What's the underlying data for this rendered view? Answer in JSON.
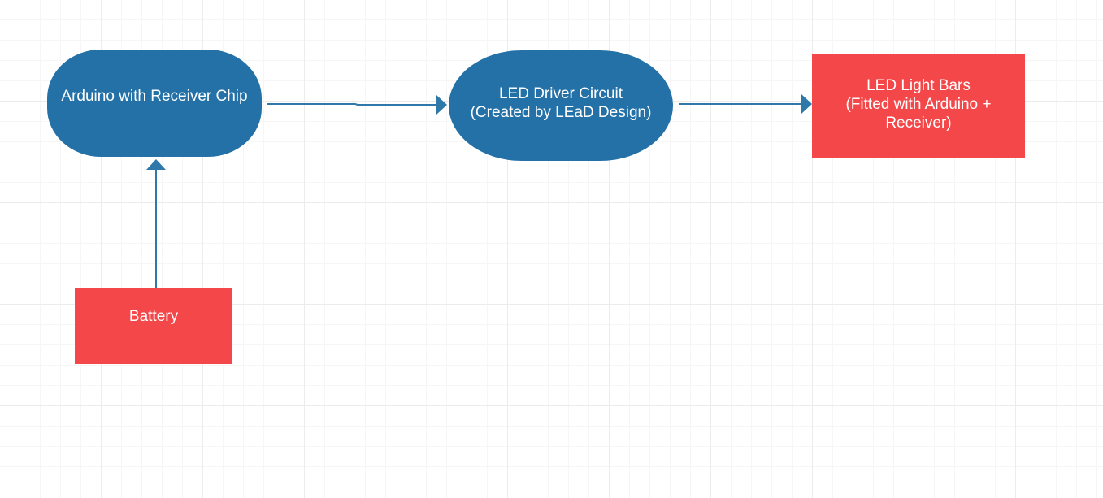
{
  "diagram": {
    "nodes": [
      {
        "id": "arduino",
        "label": "Arduino with Receiver Chip",
        "shape": "rounded",
        "color": "#2471a7"
      },
      {
        "id": "driver",
        "label": "LED Driver Circuit\n(Created by LEaD Design)",
        "shape": "rounded",
        "color": "#2471a7"
      },
      {
        "id": "bars",
        "label": "LED Light Bars\n(Fitted with Arduino +\nReceiver)",
        "shape": "rectangle",
        "color": "#f44749"
      },
      {
        "id": "battery",
        "label": "Battery",
        "shape": "rectangle",
        "color": "#f44749"
      }
    ],
    "edges": [
      {
        "from": "battery",
        "to": "arduino"
      },
      {
        "from": "arduino",
        "to": "driver"
      },
      {
        "from": "driver",
        "to": "bars"
      }
    ],
    "connector_color": "#2e79aa",
    "grid": true
  }
}
